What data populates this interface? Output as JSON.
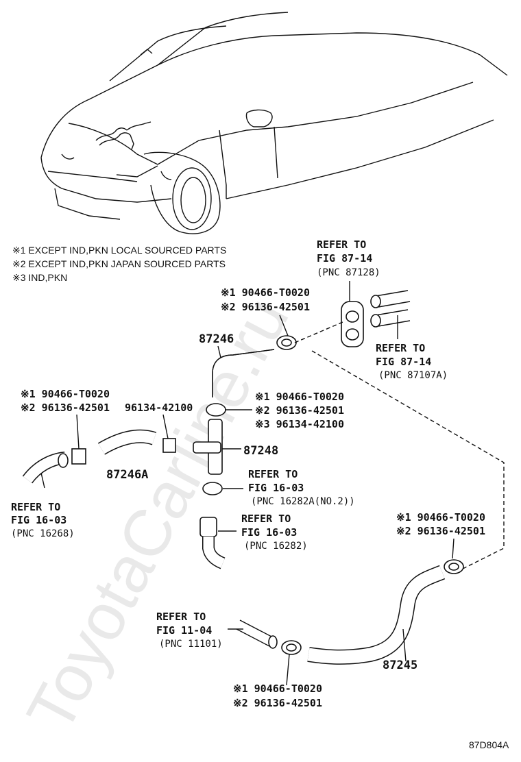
{
  "notes": [
    "※1 EXCEPT IND,PKN LOCAL SOURCED PARTS",
    "※2 EXCEPT IND,PKN JAPAN SOURCED PARTS",
    "※3 IND,PKN"
  ],
  "part_numbers": {
    "hose_upper": "87246",
    "hose_left": "87246A",
    "tee_joint": "87248",
    "hose_lower": "87245"
  },
  "clamp_labels": {
    "top_center": [
      "※1 90466-T0020",
      "※2 96136-42501"
    ],
    "left": [
      "※1 90466-T0020",
      "※2 96136-42501"
    ],
    "left_extra": "96134-42100",
    "center_right": [
      "※1 90466-T0020",
      "※2 96136-42501",
      "※3 96134-42100"
    ],
    "right": [
      "※1 90466-T0020",
      "※2 96136-42501"
    ],
    "bottom": [
      "※1 90466-T0020",
      "※2 96136-42501"
    ]
  },
  "references": {
    "top_valve": [
      "REFER TO",
      "FIG 87-14",
      "(PNC 87128)"
    ],
    "top_right_pipes": [
      "REFER TO",
      "FIG 87-14",
      "(PNC 87107A)"
    ],
    "left_pipe": [
      "REFER TO",
      "FIG 16-03",
      "(PNC 16268)"
    ],
    "center_upper": [
      "REFER TO",
      "FIG 16-03",
      "(PNC 16282A(NO.2))"
    ],
    "center_lower": [
      "REFER TO",
      "FIG 16-03",
      "(PNC 16282)"
    ],
    "bottom_pipe": [
      "REFER TO",
      "FIG 11-04",
      "(PNC 11101)"
    ]
  },
  "watermark": "ToyotaCarline.ru",
  "figure_code": "87D804A"
}
